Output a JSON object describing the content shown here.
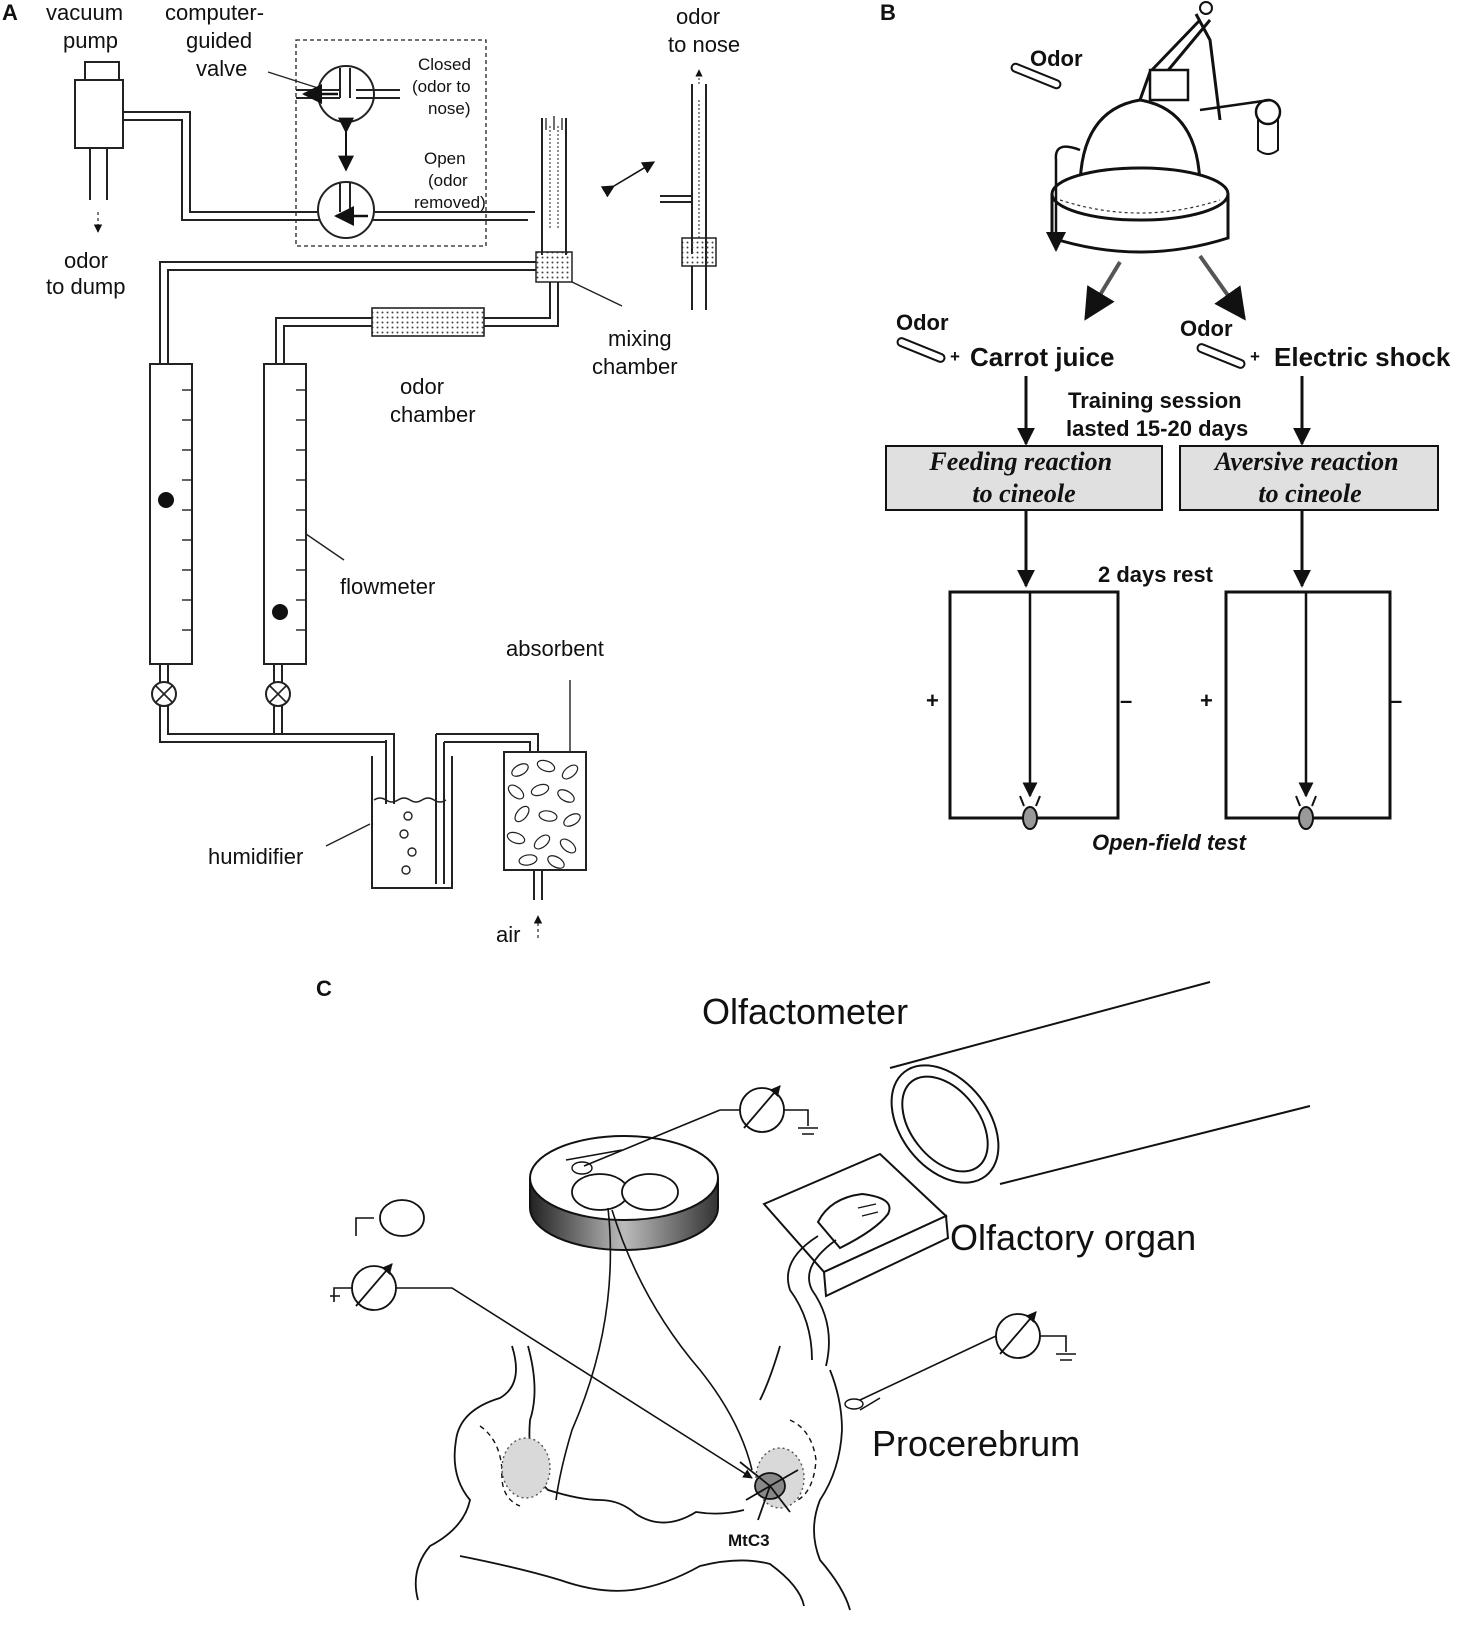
{
  "panels": {
    "a": "A",
    "b": "B",
    "c": "C"
  },
  "panel_a": {
    "vacuum_pump": [
      "vacuum",
      "pump"
    ],
    "computer_valve": [
      "computer-",
      "guided",
      "valve"
    ],
    "closed_state": [
      "Closed",
      "(odor to",
      "nose)"
    ],
    "open_state": [
      "Open",
      "(odor",
      "removed)"
    ],
    "odor_to_nose": [
      "odor",
      "to nose"
    ],
    "odor_to_dump": [
      "odor",
      "to dump"
    ],
    "mixing_chamber": [
      "mixing",
      "chamber"
    ],
    "odor_chamber": [
      "odor",
      "chamber"
    ],
    "flowmeter": "flowmeter",
    "absorbent": "absorbent",
    "humidifier": "humidifier",
    "air": "air"
  },
  "panel_b": {
    "odor_top": "Odor",
    "odor_left": "Odor",
    "odor_right": "Odor",
    "plus": "+",
    "carrot_juice": "Carrot juice",
    "electric_shock": "Electric shock",
    "training": [
      "Training session",
      "lasted 15-20 days"
    ],
    "feeding_reaction": [
      "Feeding reaction",
      "to cineole"
    ],
    "aversive_reaction": [
      "Aversive reaction",
      "to cineole"
    ],
    "rest": "2 days rest",
    "plus_sign": "+",
    "minus_sign": "–",
    "open_field": "Open-field test"
  },
  "panel_c": {
    "olfactometer": "Olfactometer",
    "olfactory_organ": "Olfactory organ",
    "procerebrum": "Procerebrum",
    "mtc3": "MtC3"
  },
  "colors": {
    "box_fill": "#e0e0e0",
    "stroke": "#111111",
    "spot": "#d9d9d9"
  }
}
